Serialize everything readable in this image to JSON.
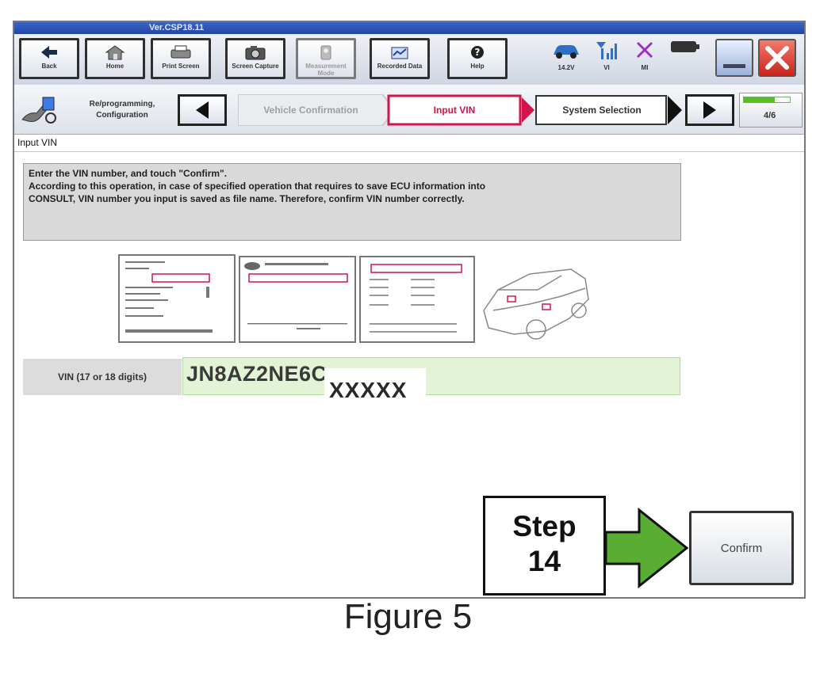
{
  "titlebar": {
    "version": "Ver.CSP18.11"
  },
  "toolbar": {
    "buttons": [
      {
        "label": "Back",
        "icon": "back-arrow-icon"
      },
      {
        "label": "Home",
        "icon": "home-icon"
      },
      {
        "label": "Print Screen",
        "icon": "printer-icon"
      },
      {
        "label": "Screen Capture",
        "icon": "camera-icon"
      },
      {
        "label": "Measurement Mode",
        "icon": "measurement-icon"
      },
      {
        "label": "Recorded Data",
        "icon": "recorded-data-icon"
      },
      {
        "label": "Help",
        "icon": "help-icon"
      }
    ],
    "status": {
      "battery_voltage": "14.2V",
      "vi_label": "VI",
      "mi_label": "MI"
    }
  },
  "navbar": {
    "section_title": "Re/programming, Configuration",
    "steps": [
      "Vehicle Confirmation",
      "Input VIN",
      "System Selection"
    ],
    "active_step": "Input VIN",
    "progress": "4/6",
    "progress_fraction": 0.6667
  },
  "page": {
    "header": "Input VIN",
    "instructions": [
      "Enter the VIN number, and touch \"Confirm\".",
      "According to this operation, in case of specified operation that requires to save ECU information into",
      "CONSULT, VIN number you input is saved as file name. Therefore, confirm VIN number correctly."
    ],
    "vin_label": "VIN (17 or 18 digits)",
    "vin_value": "JN8AZ2NE6C",
    "vin_mask": "XXXXX",
    "confirm_label": "Confirm"
  },
  "overlay": {
    "step_line1": "Step",
    "step_line2": "14",
    "arrow_color": "#5aad33"
  },
  "caption": "Figure 5",
  "colors": {
    "titlebar": "#2346a4",
    "active_step_border": "#d0154a",
    "vin_field_bg": "#e3f3d6",
    "close_button": "#e23b2f"
  }
}
